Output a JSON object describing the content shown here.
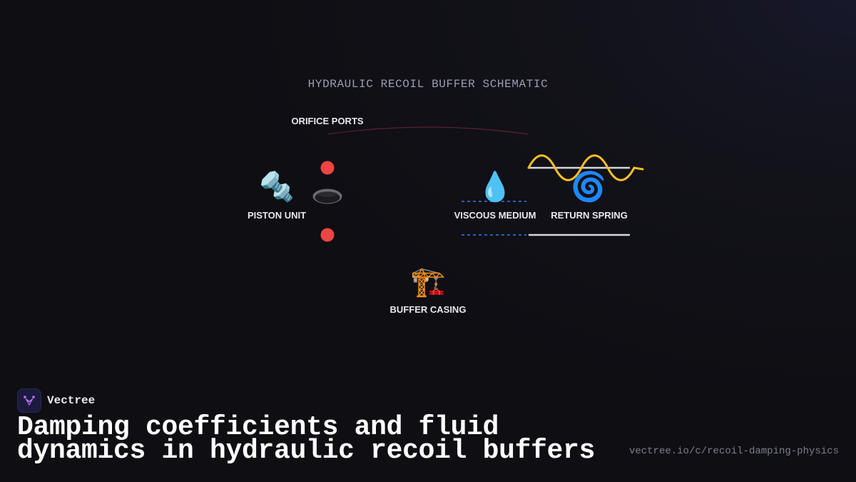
{
  "diagram": {
    "title": "HYDRAULIC RECOIL BUFFER SCHEMATIC",
    "nodes": {
      "piston": {
        "label": "PISTON UNIT",
        "icon": "nut-and-bolt-icon",
        "glyph": "🔩"
      },
      "orifice": {
        "label": "ORIFICE PORTS",
        "icon": "orifice-hole-icon"
      },
      "viscous": {
        "label": "VISCOUS MEDIUM",
        "icon": "droplet-icon",
        "glyph": "💧"
      },
      "spring": {
        "label": "RETURN SPRING",
        "icon": "cyclone-icon",
        "glyph": "🌀"
      },
      "casing": {
        "label": "BUFFER CASING",
        "icon": "crane-icon",
        "glyph": "🏗️"
      }
    },
    "colors": {
      "port_dot": "#ef4444",
      "spring_wave": "#fbbf24",
      "dashed_line": "#2f5fb8",
      "solid_line": "#d6d6de",
      "arc": "#5a2230"
    }
  },
  "brand": {
    "name": "Vectree",
    "icon": "vectree-logo-icon"
  },
  "headline": "Damping coefficients and fluid dynamics in hydraulic recoil buffers",
  "url": "vectree.io/c/recoil-damping-physics"
}
